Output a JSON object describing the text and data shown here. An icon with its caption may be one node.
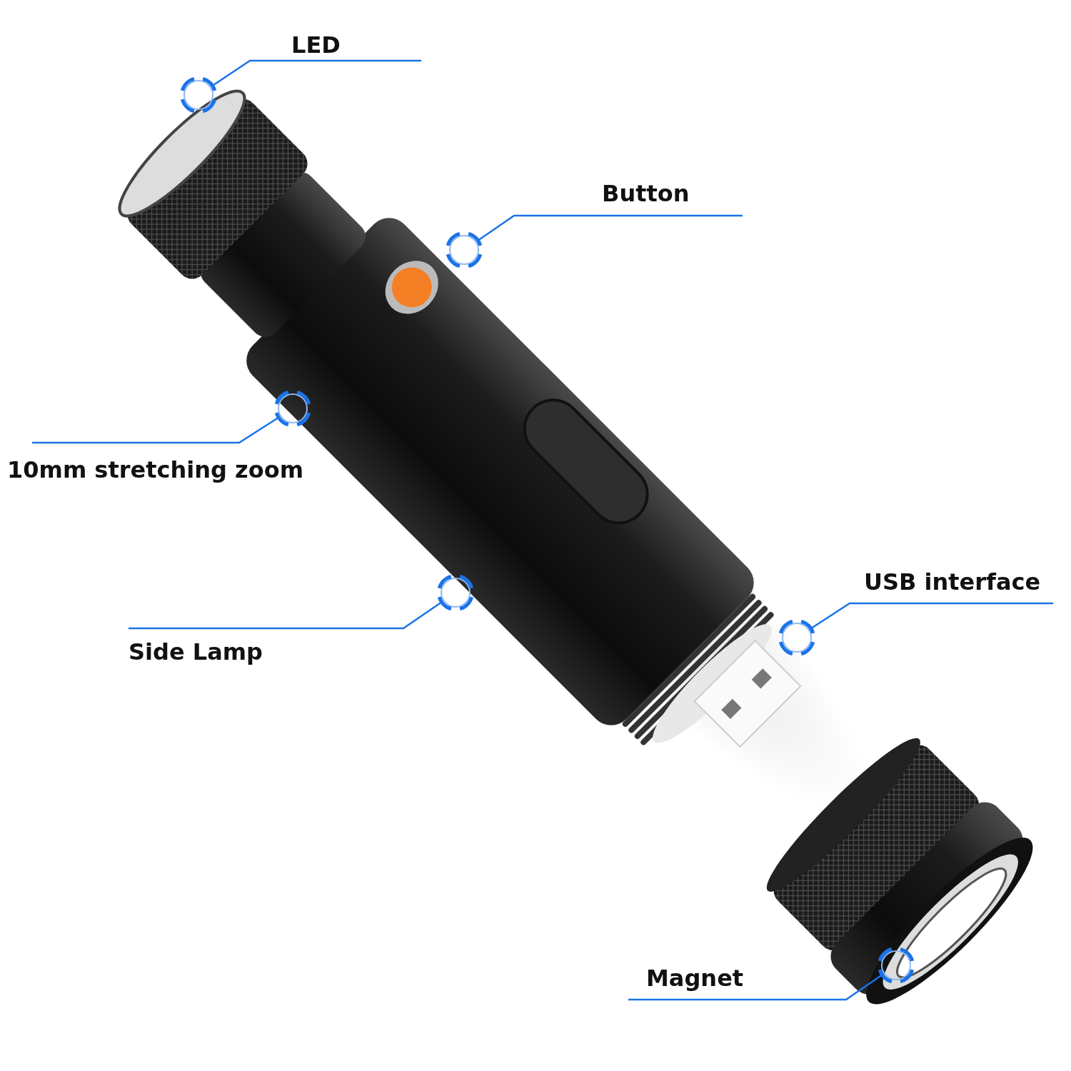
{
  "diagram": {
    "nodes": [
      {
        "text": [
          "LED"
        ]
      },
      {
        "text": [],
        "shape": "circle"
      },
      {
        "text": [
          "Button"
        ]
      },
      {
        "text": [],
        "shape": "circle"
      },
      {
        "text": [
          "10mm stretching zoom"
        ]
      },
      {
        "text": [],
        "shape": "circle"
      },
      {
        "text": [
          "Side Lamp"
        ]
      },
      {
        "text": [],
        "shape": "circle"
      },
      {
        "text": [
          "USB interface"
        ]
      },
      {
        "text": [],
        "shape": "circle"
      },
      {
        "text": [
          "Magnet"
        ]
      },
      {
        "text": [],
        "shape": "circle"
      }
    ],
    "edges": [
      {
        "from": 0,
        "to": 1,
        "arrow": "none"
      },
      {
        "from": 2,
        "to": 3,
        "arrow": "none"
      },
      {
        "from": 4,
        "to": 5,
        "arrow": "none"
      },
      {
        "from": 6,
        "to": 7,
        "arrow": "none"
      },
      {
        "from": 8,
        "to": 9,
        "arrow": "none"
      },
      {
        "from": 10,
        "to": 11,
        "arrow": "none"
      }
    ]
  }
}
